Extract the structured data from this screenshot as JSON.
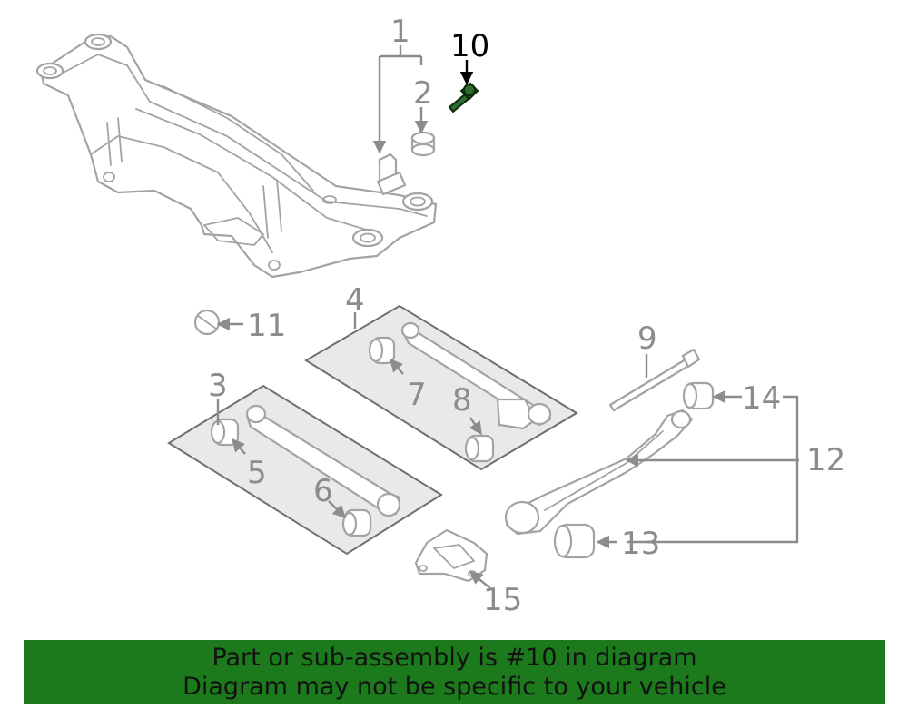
{
  "callouts": {
    "c1": "1",
    "c2": "2",
    "c3": "3",
    "c4": "4",
    "c5": "5",
    "c6": "6",
    "c7": "7",
    "c8": "8",
    "c9": "9",
    "c10": "10",
    "c11": "11",
    "c12": "12",
    "c13": "13",
    "c14": "14",
    "c15": "15"
  },
  "highlighted_part": "10",
  "banner": {
    "line1": "Part or sub-assembly is #10 in diagram",
    "line2": "Diagram may not be specific to your vehicle",
    "background_color": "#1c7a1c"
  },
  "colors": {
    "part_outline": "#a3a3a3",
    "callout_text": "#8c8c8c",
    "highlight": "#000000"
  }
}
